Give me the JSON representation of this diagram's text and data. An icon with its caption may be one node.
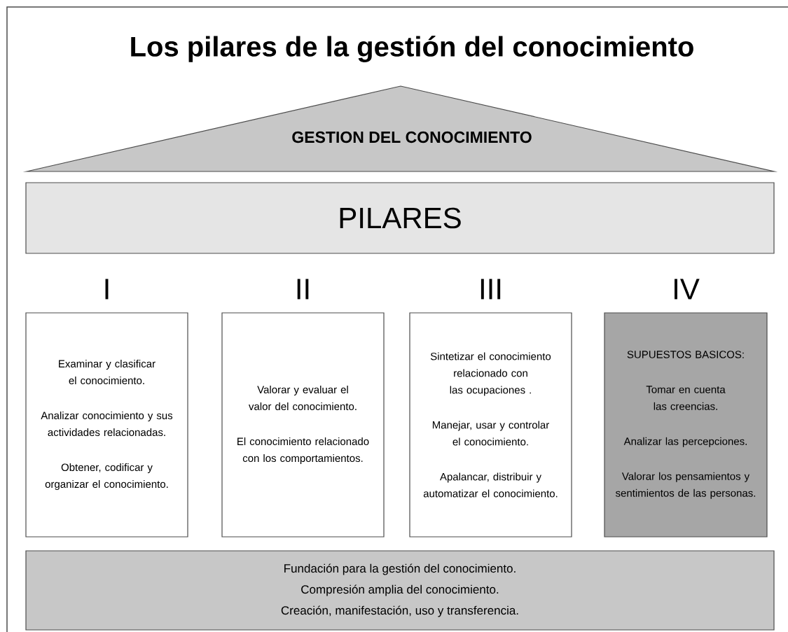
{
  "diagram": {
    "title": "Los pilares de la gestión del conocimiento",
    "nodes": [
      {
        "text": [
          "GESTION DEL CONOCIMIENTO"
        ]
      },
      {
        "text": [
          "PILARES"
        ]
      },
      {
        "text": [
          "I",
          "Examinar y clasificar el conocimiento.",
          "Analizar conocimiento y sus actividades relacionadas.",
          "Obtener, codificar y organizar el conocimiento."
        ]
      },
      {
        "text": [
          "II",
          "Valorar y evaluar el valor del conocimiento.",
          "El conocimiento relacionado con los comportamientos."
        ]
      },
      {
        "text": [
          "III",
          "Sintetizar el conocimiento relacionado con las ocupaciones .",
          "Manejar, usar y controlar el conocimiento.",
          "Apalancar, distribuir y automatizar el conocimiento."
        ]
      },
      {
        "text": [
          "IV",
          "SUPUESTOS BASICOS:",
          "Tomar en cuenta las creencias.",
          "Analizar las percepciones.",
          "Valorar los pensamientos y sentimientos de las personas."
        ]
      },
      {
        "text": [
          "Fundación para la gestión del conocimiento.",
          "Compresión amplia del conocimiento.",
          "Creación, manifestación, uso y transferencia."
        ]
      }
    ]
  }
}
